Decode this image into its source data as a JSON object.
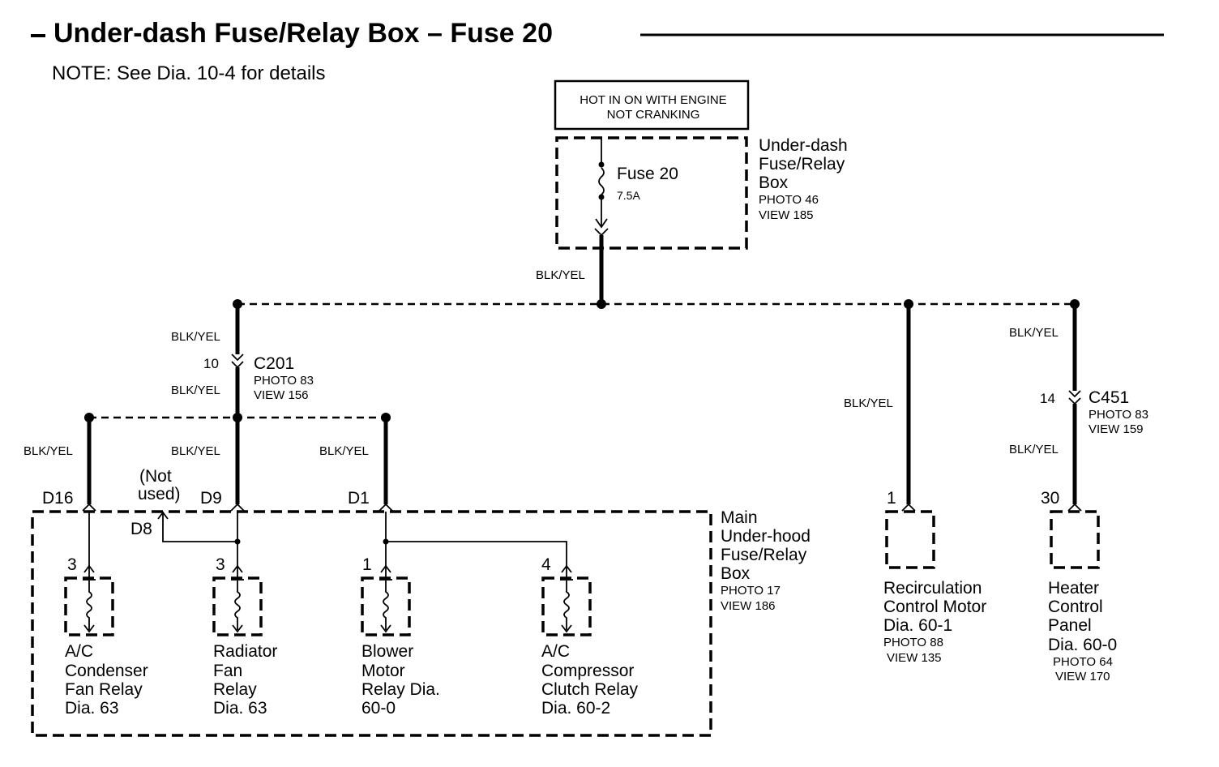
{
  "title": "Under-dash Fuse/Relay Box – Fuse 20",
  "note": "NOTE: See Dia. 10-4 for details",
  "power_label_line1": "HOT IN ON WITH ENGINE",
  "power_label_line2": "NOT CRANKING",
  "fuse": {
    "name": "Fuse 20",
    "rating": "7.5A"
  },
  "underdash_box": {
    "line1": "Under-dash",
    "line2": "Fuse/Relay",
    "line3": "Box",
    "photo": "PHOTO 46",
    "view": "VIEW 185"
  },
  "wire_color": "BLK/YEL",
  "connectors": {
    "c201": {
      "name": "C201",
      "pin": "10",
      "photo": "PHOTO 83",
      "view": "VIEW 156"
    },
    "c451": {
      "name": "C451",
      "pin": "14",
      "photo": "PHOTO 83",
      "view": "VIEW 159"
    }
  },
  "main_box": {
    "line1": "Main",
    "line2": "Under-hood",
    "line3": "Fuse/Relay",
    "line4": "Box",
    "photo": "PHOTO 17",
    "view": "VIEW 186"
  },
  "terminals": {
    "d16": "D16",
    "d9": "D9",
    "d1": "D1",
    "d8": "D8",
    "not_used_1": "(Not",
    "not_used_2": "used)"
  },
  "relays": [
    {
      "pin": "3",
      "line1": "A/C",
      "line2": "Condenser",
      "line3": "Fan Relay",
      "line4": "Dia. 63"
    },
    {
      "pin": "3",
      "line1": "Radiator",
      "line2": "Fan",
      "line3": "Relay",
      "line4": "Dia. 63"
    },
    {
      "pin": "1",
      "line1": "Blower",
      "line2": "Motor",
      "line3": "Relay Dia.",
      "line4": "60-0"
    },
    {
      "pin": "4",
      "line1": "A/C",
      "line2": "Compressor",
      "line3": "Clutch Relay",
      "line4": "Dia. 60-2"
    }
  ],
  "recirc": {
    "pin": "1",
    "line1": "Recirculation",
    "line2": "Control Motor",
    "line3": "Dia. 60-1",
    "photo": "PHOTO 88",
    "view": "VIEW 135"
  },
  "heater": {
    "pin": "30",
    "line1": "Heater",
    "line2": "Control",
    "line3": "Panel",
    "line4": "Dia. 60-0",
    "photo": "PHOTO 64",
    "view": "VIEW 170"
  }
}
